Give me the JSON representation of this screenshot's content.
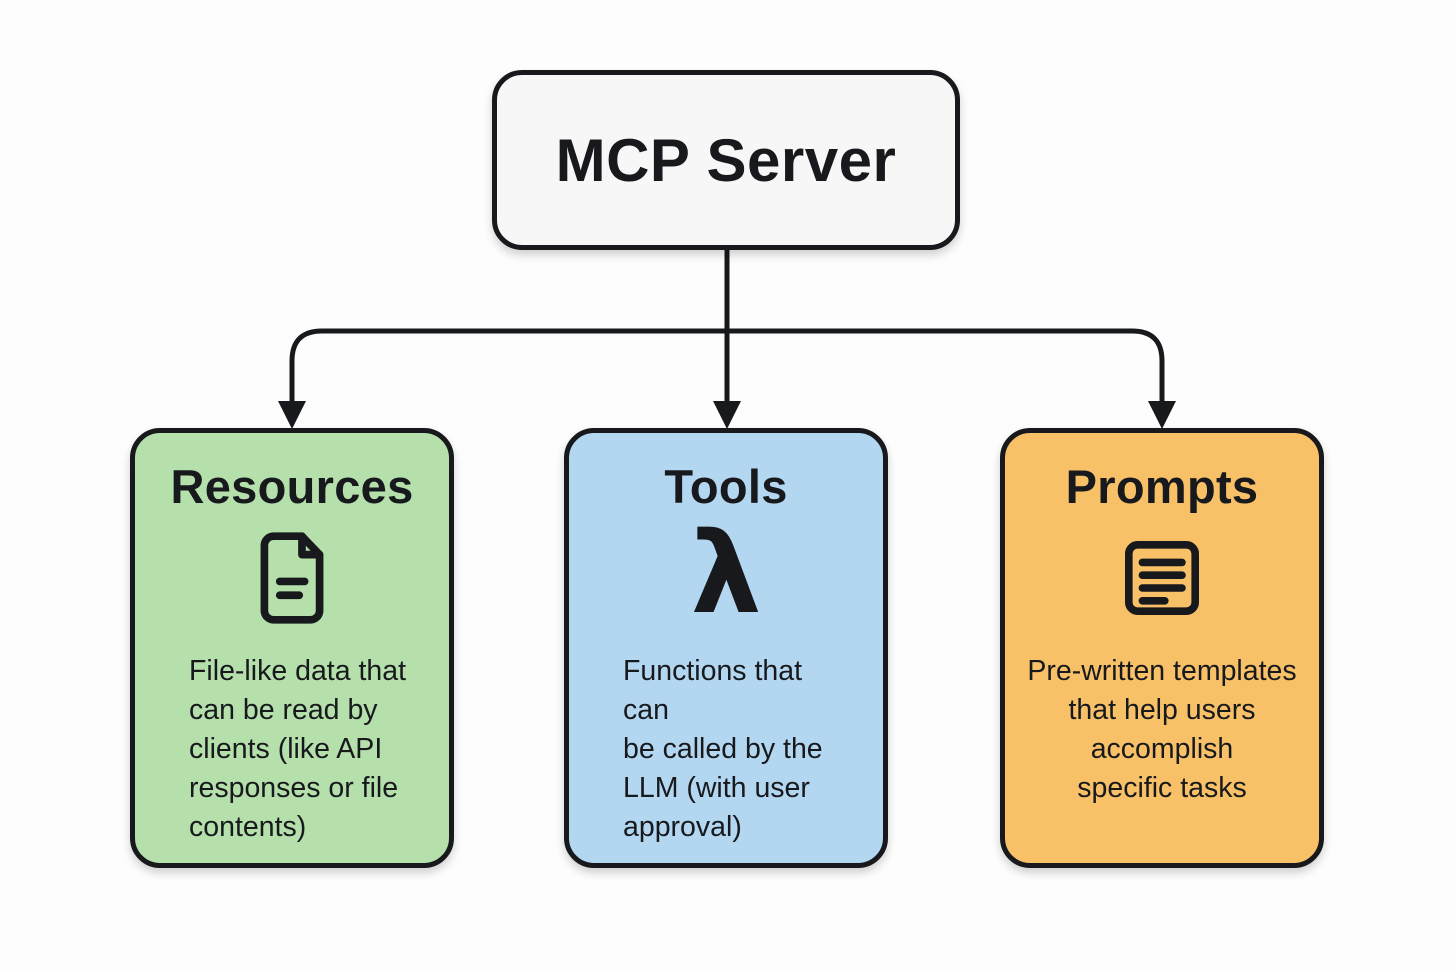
{
  "diagram": {
    "background": "#fdfdfd",
    "line_color": "#17191d",
    "server": {
      "label": "MCP Server",
      "fill": "#f7f7f7"
    },
    "branches": [
      {
        "title": "Resources",
        "icon": "file-document-icon",
        "fill": "#b5e0ab",
        "description": "File-like data that\ncan be read by\nclients (like API\nresponses or file\ncontents)",
        "text_align": "left"
      },
      {
        "title": "Tools",
        "icon": "lambda-icon",
        "glyph": "λ",
        "fill": "#b4d7f1",
        "description": "Functions that can\nbe called by the\nLLM (with user\napproval)",
        "text_align": "left"
      },
      {
        "title": "Prompts",
        "icon": "text-lines-icon",
        "fill": "#f8c168",
        "description": "Pre-written templates\nthat help users\naccomplish\nspecific tasks",
        "text_align": "center"
      }
    ]
  }
}
